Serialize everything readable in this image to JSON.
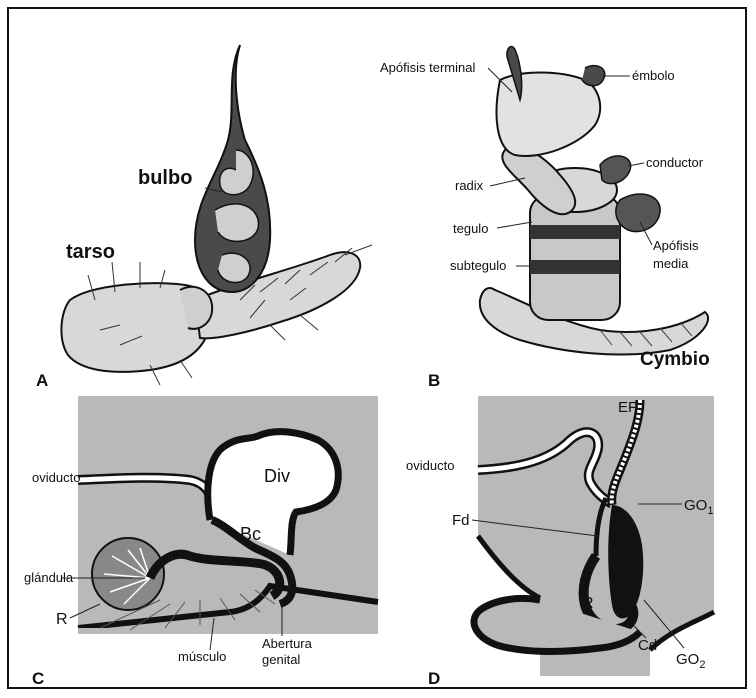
{
  "colors": {
    "background": "#ffffff",
    "panel_gray": "#b9b9b9",
    "organ_dark": "#4a4a4a",
    "tissue_light": "#d8d8d8",
    "ink": "#111111"
  },
  "panel_a": {
    "letter": "A",
    "labels": {
      "bulbo": "bulbo",
      "tarso": "tarso"
    }
  },
  "panel_b": {
    "letter": "B",
    "labels": {
      "apofisis_terminal": "Apófisis terminal",
      "embolo": "émbolo",
      "conductor": "conductor",
      "radix": "radix",
      "tegulo": "tegulo",
      "subtegulo": "subtegulo",
      "apofisis_media_1": "Apófisis",
      "apofisis_media_2": "media",
      "cymbio": "Cymbio"
    }
  },
  "panel_c": {
    "letter": "C",
    "labels": {
      "oviducto": "oviducto",
      "div": "Div",
      "bc": "Bc",
      "glandula": "glándula",
      "r": "R",
      "musculo": "músculo",
      "abertura_1": "Abertura",
      "abertura_2": "genital"
    }
  },
  "panel_d": {
    "letter": "D",
    "labels": {
      "ef": "EF",
      "oviducto": "oviducto",
      "go1_base": "GO",
      "go1_sub": "1",
      "fd": "Fd",
      "r": "R",
      "cd": "Cd",
      "go2_base": "GO",
      "go2_sub": "2"
    }
  }
}
